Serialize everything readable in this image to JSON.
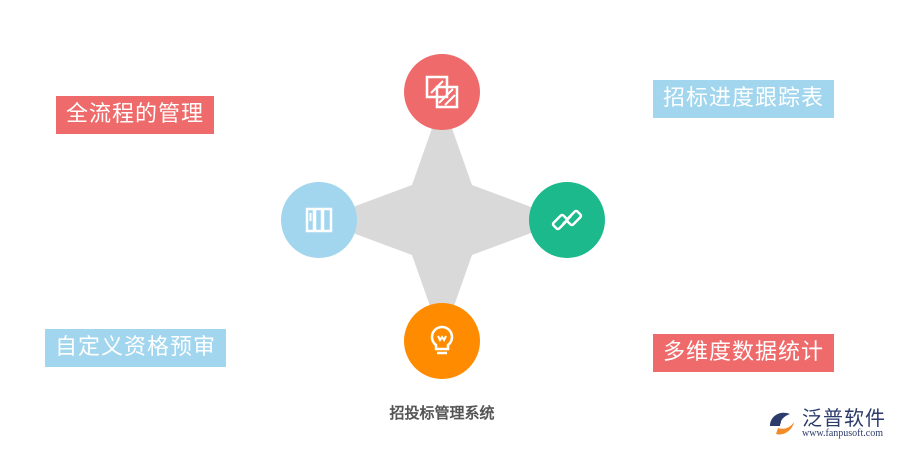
{
  "diagram": {
    "caption": "招投标管理系统",
    "labels": {
      "top_left": "全流程的管理",
      "top_right": "招标进度跟踪表",
      "bottom_left": "自定义资格预审",
      "bottom_right": "多维度数据统计"
    },
    "nodes": [
      {
        "name": "top",
        "color": "#ef6b6b",
        "icon": "layers-icon"
      },
      {
        "name": "right",
        "color": "#1bb98b",
        "icon": "link-icon"
      },
      {
        "name": "bottom",
        "color": "#ff8c00",
        "icon": "lightbulb-icon"
      },
      {
        "name": "left",
        "color": "#a1d6ee",
        "icon": "book-icon"
      }
    ],
    "colors": {
      "label_red": "#ef6b6b",
      "label_blue": "#a1d6ee",
      "star_gray": "#d9d9d9"
    }
  },
  "logo": {
    "name": "泛普软件",
    "url": "www.fanpusoft.com"
  }
}
